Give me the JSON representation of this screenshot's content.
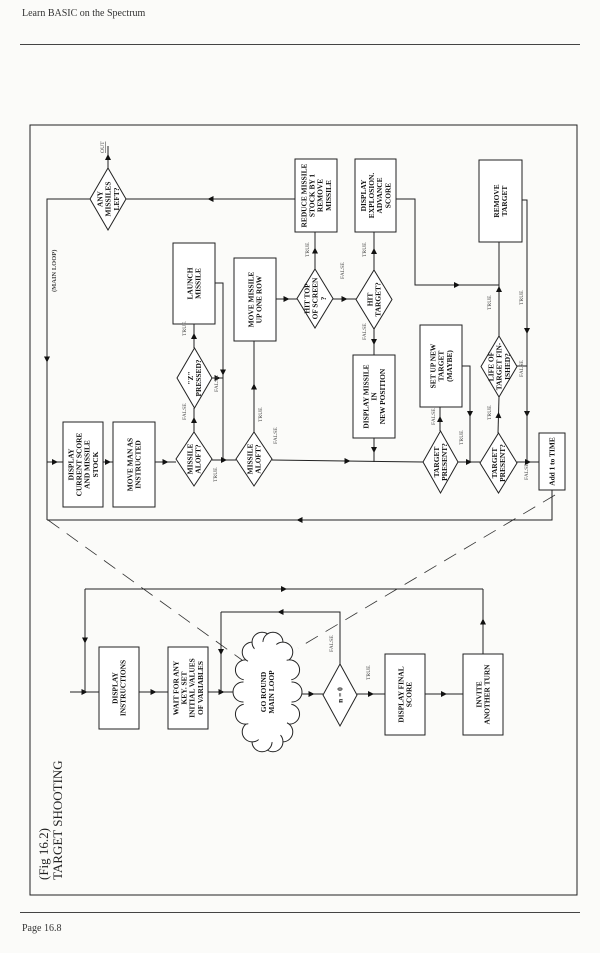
{
  "header": {
    "running_title": "Learn BASIC on the Spectrum"
  },
  "footer": {
    "page_label": "Page 16.8"
  },
  "figure": {
    "number": "(Fig 16.2)",
    "title": "TARGET SHOOTING",
    "main_loop_label": "(MAIN LOOP)",
    "out_label": "OUT"
  },
  "overview_nodes": {
    "display_instructions": {
      "shape": "box",
      "lines": [
        "DISPLAY",
        "INSTRUCTIONS"
      ]
    },
    "wait_key": {
      "shape": "box",
      "lines": [
        "WAIT FOR ANY",
        "KEY. SET",
        "INITIAL VALUES",
        "OF VARIABLES"
      ]
    },
    "go_round": {
      "shape": "cloud",
      "lines": [
        "GO ROUND",
        "MAIN LOOP"
      ]
    },
    "n_zero": {
      "shape": "diamond",
      "lines": [
        "n = 0"
      ]
    },
    "display_final": {
      "shape": "box",
      "lines": [
        "DISPLAY FINAL",
        "SCORE"
      ]
    },
    "invite": {
      "shape": "box",
      "lines": [
        "INVITE",
        "ANOTHER TURN"
      ]
    }
  },
  "loop_nodes": {
    "display_score": {
      "shape": "box",
      "lines": [
        "DISPLAY",
        "CURRENT SCORE",
        "AND MISSILE",
        "STOCK"
      ]
    },
    "move_man": {
      "shape": "box",
      "lines": [
        "MOVE MAN AS",
        "INSTRUCTED"
      ]
    },
    "aloft1": {
      "shape": "diamond",
      "lines": [
        "MISSILE",
        "ALOFT?"
      ]
    },
    "z_pressed": {
      "shape": "diamond",
      "lines": [
        "\"Z\"",
        "PRESSED?"
      ]
    },
    "launch": {
      "shape": "box",
      "lines": [
        "LAUNCH",
        "MISSILE"
      ]
    },
    "aloft2": {
      "shape": "diamond",
      "lines": [
        "MISSILE",
        "ALOFT?"
      ]
    },
    "move_missile": {
      "shape": "box",
      "lines": [
        "MOVE MISSILE",
        "UP ONE ROW"
      ]
    },
    "hit_top": {
      "shape": "diamond",
      "lines": [
        "HIT TOP",
        "OF SCREEN",
        "?"
      ]
    },
    "reduce": {
      "shape": "box",
      "lines": [
        "REDUCE MISSILE",
        "STOCK BY 1",
        "REMOVE",
        "MISSILE"
      ]
    },
    "any_left": {
      "shape": "diamond",
      "lines": [
        "ANY",
        "MISSILES",
        "LEFT?"
      ]
    },
    "hit_target": {
      "shape": "diamond",
      "lines": [
        "HIT",
        "TARGET?"
      ]
    },
    "explosion": {
      "shape": "box",
      "lines": [
        "DISPLAY",
        "EXPLOSION.",
        "ADVANCE",
        "SCORE"
      ]
    },
    "display_missile": {
      "shape": "box",
      "lines": [
        "DISPLAY MISSILE",
        "IN",
        "NEW POSITION"
      ]
    },
    "target1": {
      "shape": "diamond",
      "lines": [
        "TARGET",
        "PRESENT?"
      ]
    },
    "setup": {
      "shape": "box",
      "lines": [
        "SET UP NEW",
        "TARGET",
        "(MAYBE)"
      ]
    },
    "target2": {
      "shape": "diamond",
      "lines": [
        "TARGET",
        "PRESENT?"
      ]
    },
    "life": {
      "shape": "diamond",
      "lines": [
        "LIFE OF",
        "TARGET FIN-",
        "ISHED?"
      ]
    },
    "remove": {
      "shape": "box",
      "lines": [
        "REMOVE",
        "TARGET"
      ]
    },
    "add_time": {
      "shape": "box",
      "lines": [
        "Add 1 to TIME"
      ]
    }
  },
  "edge_labels": [
    {
      "from": "aloft1",
      "text": "FALSE"
    },
    {
      "from": "z_pressed",
      "text": "TRUE"
    },
    {
      "from": "z_pressed",
      "text": "FALSE"
    },
    {
      "from": "aloft1",
      "text": "TRUE"
    },
    {
      "from": "aloft2",
      "text": "TRUE"
    },
    {
      "from": "aloft2",
      "text": "FALSE"
    },
    {
      "from": "hit_top",
      "text": "TRUE"
    },
    {
      "from": "hit_top",
      "text": "FALSE"
    },
    {
      "from": "hit_target",
      "text": "TRUE"
    },
    {
      "from": "hit_target",
      "text": "FALSE"
    },
    {
      "from": "target1",
      "text": "FALSE"
    },
    {
      "from": "target1",
      "text": "TRUE"
    },
    {
      "from": "target2",
      "text": "TRUE"
    },
    {
      "from": "life",
      "text": "TRUE"
    },
    {
      "from": "remove",
      "text": "TRUE"
    },
    {
      "from": "life",
      "text": "FALSE"
    },
    {
      "from": "target2",
      "text": "FALSE"
    },
    {
      "from": "n_zero",
      "text": "FALSE"
    },
    {
      "from": "n_zero",
      "text": "TRUE"
    }
  ]
}
